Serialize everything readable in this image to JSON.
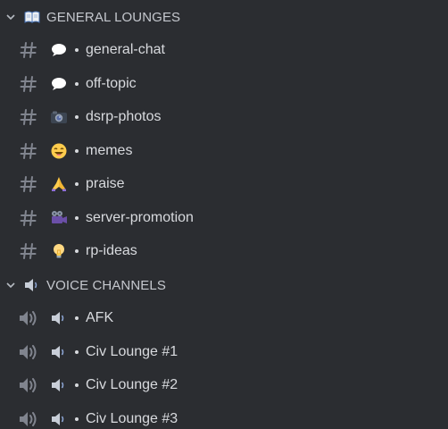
{
  "categories": [
    {
      "label": "GENERAL LOUNGES",
      "emoji_icon": "open-book-icon",
      "collapse_icon": "chevron-down-icon"
    },
    {
      "label": "VOICE CHANNELS",
      "emoji_icon": "speaker-icon",
      "collapse_icon": "chevron-down-icon"
    }
  ],
  "text_channels": [
    {
      "name": "general-chat",
      "emoji_icon": "speech-bubble-icon",
      "type_icon": "hash-icon",
      "separator": "・"
    },
    {
      "name": "off-topic",
      "emoji_icon": "speech-bubble-icon",
      "type_icon": "hash-icon",
      "separator": "・"
    },
    {
      "name": "dsrp-photos",
      "emoji_icon": "camera-icon",
      "type_icon": "hash-icon",
      "separator": "・"
    },
    {
      "name": "memes",
      "emoji_icon": "laughing-face-icon",
      "type_icon": "hash-icon",
      "separator": "・"
    },
    {
      "name": "praise",
      "emoji_icon": "praying-hands-icon",
      "type_icon": "hash-icon",
      "separator": "・"
    },
    {
      "name": "server-promotion",
      "emoji_icon": "movie-camera-icon",
      "type_icon": "hash-icon",
      "separator": "・"
    },
    {
      "name": "rp-ideas",
      "emoji_icon": "light-bulb-icon",
      "type_icon": "hash-icon",
      "separator": "・"
    }
  ],
  "voice_channels": [
    {
      "name": "AFK",
      "emoji_icon": "speaker-icon",
      "type_icon": "voice-speaker-icon",
      "separator": "・"
    },
    {
      "name": "Civ Lounge #1",
      "emoji_icon": "speaker-icon",
      "type_icon": "voice-speaker-icon",
      "separator": "・"
    },
    {
      "name": "Civ Lounge #2",
      "emoji_icon": "speaker-icon",
      "type_icon": "voice-speaker-icon",
      "separator": "・"
    },
    {
      "name": "Civ Lounge #3",
      "emoji_icon": "speaker-icon",
      "type_icon": "voice-speaker-icon",
      "separator": "・"
    }
  ],
  "colors": {
    "background": "#2b2d31",
    "channel_text": "#d8dade",
    "category_text": "#c5c8ce",
    "channel_icon": "#80848e"
  }
}
